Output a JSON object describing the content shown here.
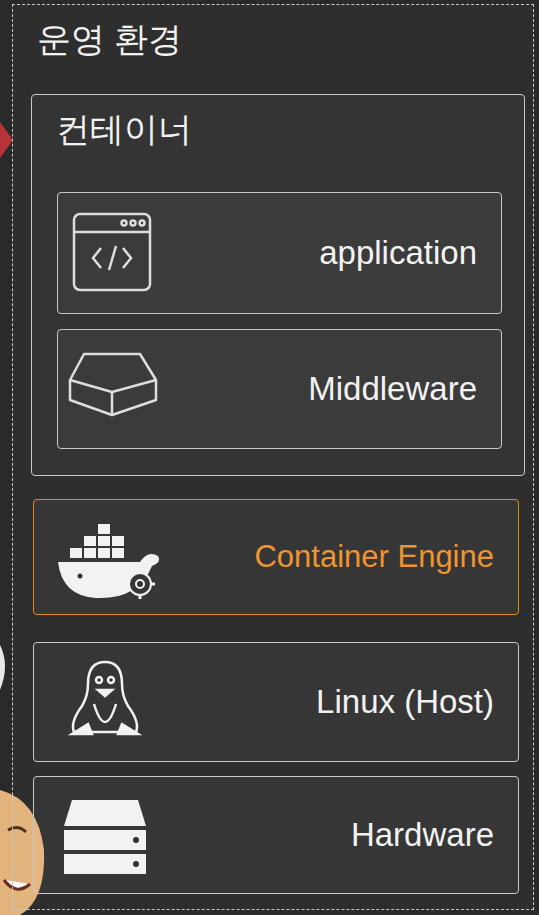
{
  "diagram": {
    "nodes": [
      {
        "text": [
          "운영 환경"
        ]
      },
      {
        "text": [
          "컨테이너"
        ],
        "in": 0
      },
      {
        "text": [
          "application"
        ],
        "in": 1
      },
      {
        "text": [
          "Middleware"
        ],
        "in": 1
      },
      {
        "text": [
          "Container Engine"
        ],
        "in": 0
      },
      {
        "text": [
          "Linux (Host)"
        ],
        "in": 0
      },
      {
        "text": [
          "Hardware"
        ],
        "in": 0
      }
    ]
  }
}
